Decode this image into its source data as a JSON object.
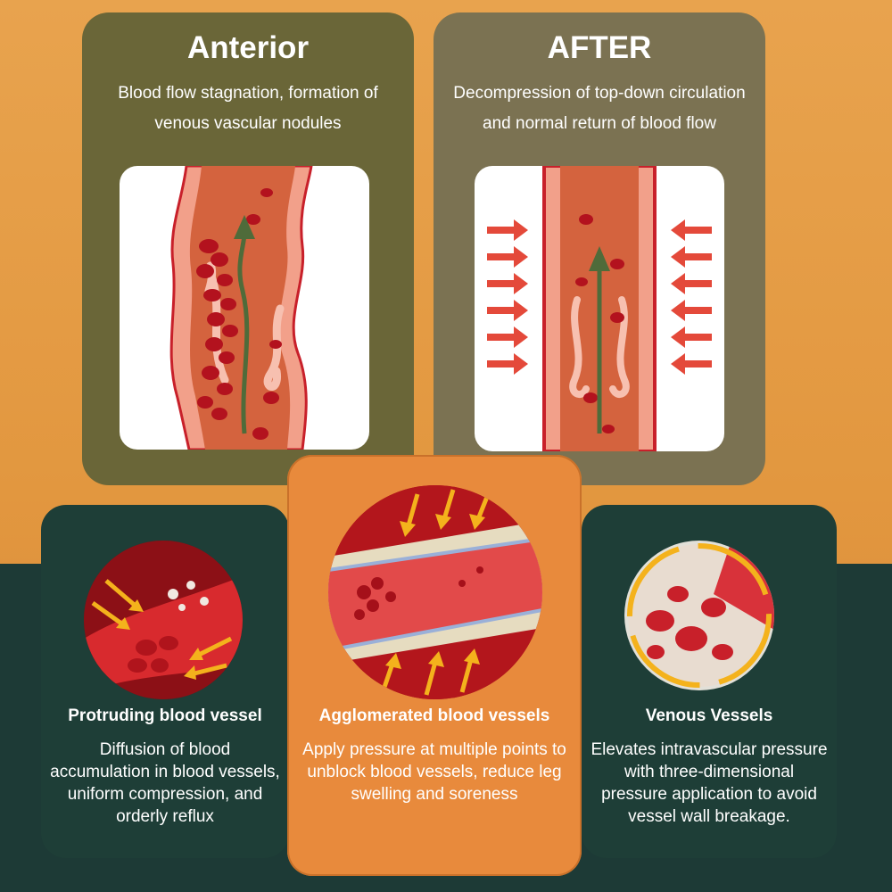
{
  "before": {
    "title": "Anterior",
    "description": "Blood flow stagnation, formation of venous vascular nodules"
  },
  "after": {
    "title": "AFTER",
    "description": "Decompression of top-down circulation and normal return of blood flow"
  },
  "features": [
    {
      "title": "Protruding blood vessel",
      "text": "Diffusion of blood accumulation in blood vessels, uniform compression, and orderly reflux"
    },
    {
      "title": "Agglomerated blood vessels",
      "text": "Apply pressure at multiple points to unblock blood vessels, reduce leg swelling and soreness"
    },
    {
      "title": "Venous Vessels",
      "text": "Elevates intravascular pressure with three-dimensional pressure application to avoid vessel wall breakage."
    }
  ],
  "colors": {
    "background_orange": "#e2973f",
    "background_teal": "#1d3a36",
    "card_olive": "#6a6638",
    "card_taupe": "#7b7252",
    "accent_orange": "#e88a3c",
    "blood_red": "#c8202a",
    "arrow_yellow": "#f4b21c",
    "arrow_green": "#4f6b3a"
  }
}
